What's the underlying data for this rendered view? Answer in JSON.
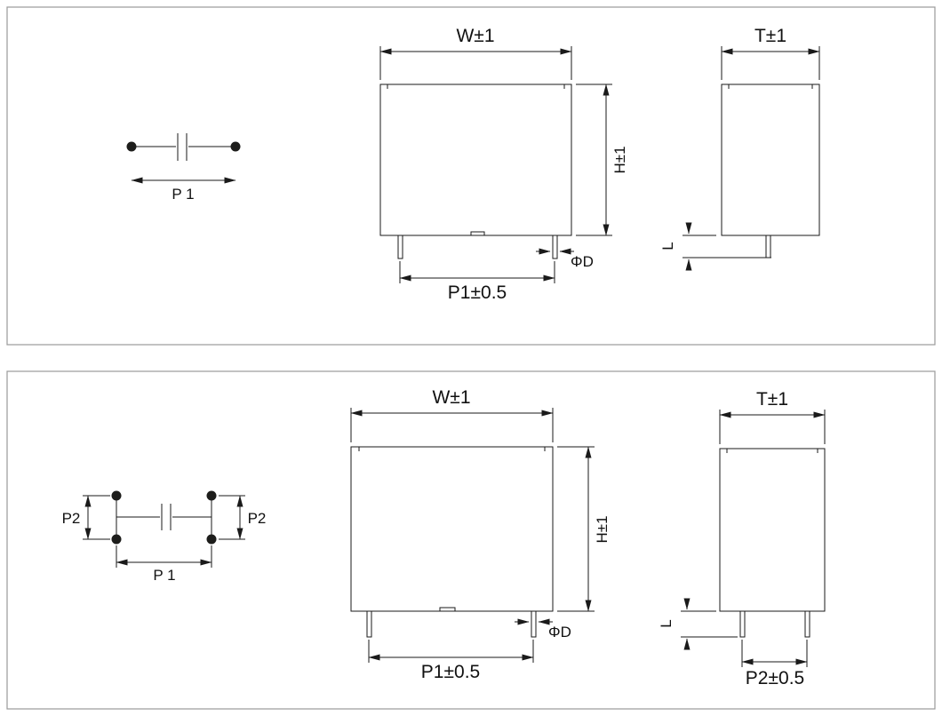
{
  "top": {
    "schematic": {
      "p1": "P 1"
    },
    "front": {
      "w": "W±1",
      "h": "H±1",
      "p1": "P1±0.5",
      "phid": "ΦD"
    },
    "side": {
      "t": "T±1",
      "l": "L"
    }
  },
  "bottom": {
    "schematic": {
      "p2_left": "P2",
      "p2_right": "P2",
      "p1": "P 1"
    },
    "front": {
      "w": "W±1",
      "h": "H±1",
      "p1": "P1±0.5",
      "phid": "ΦD"
    },
    "side": {
      "t": "T±1",
      "l": "L",
      "p2": "P2±0.5"
    }
  },
  "colors": {
    "line": "#1a1a1a",
    "panel_border": "#9a9a9a"
  }
}
